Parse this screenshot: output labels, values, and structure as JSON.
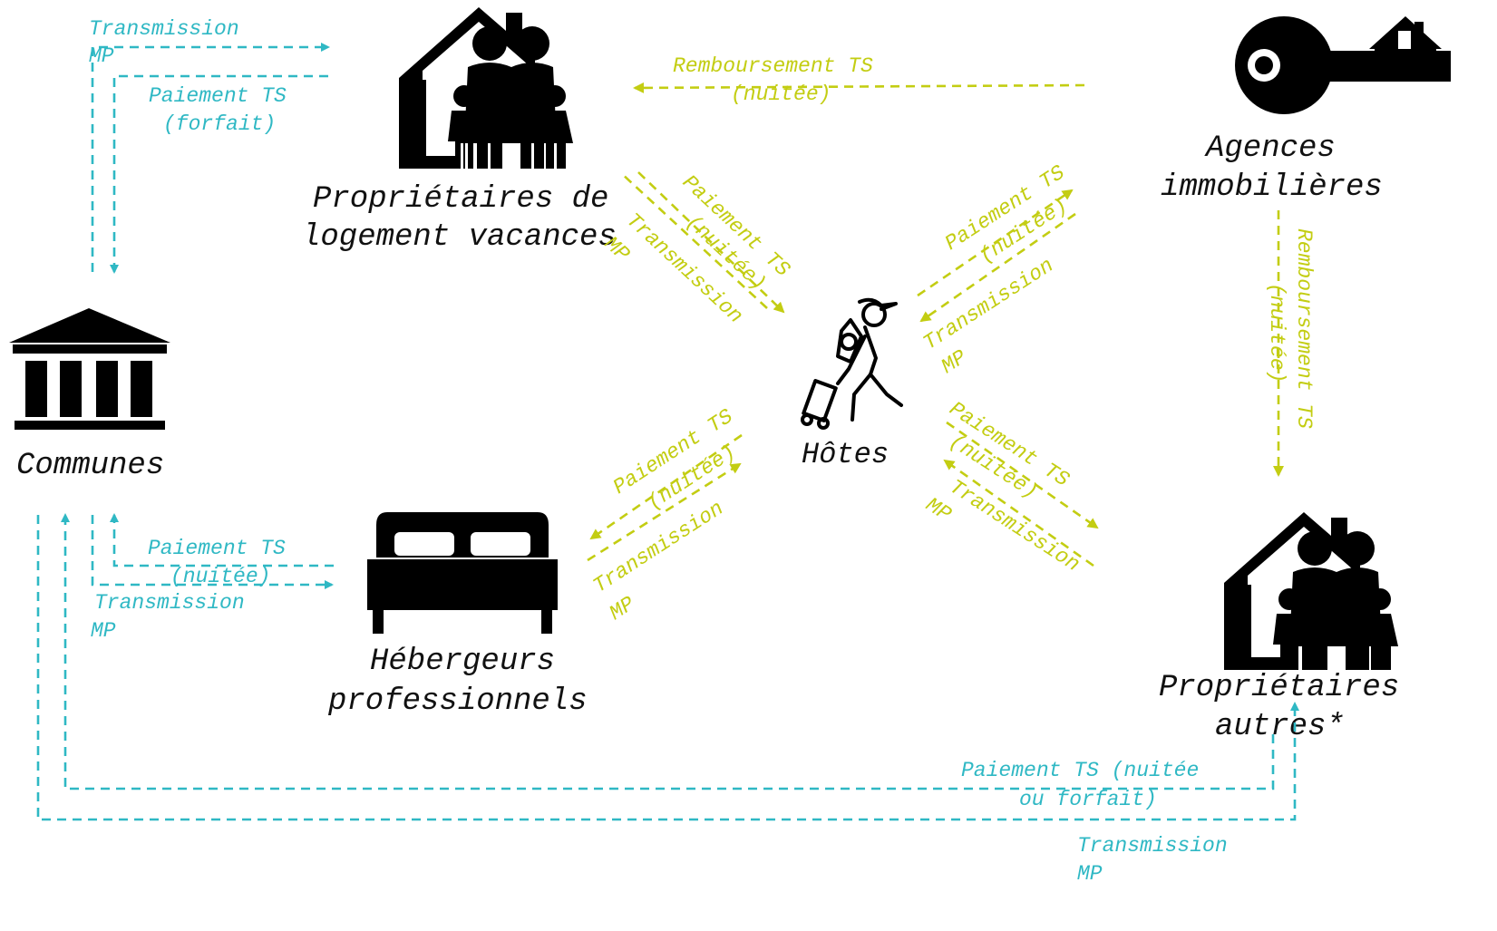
{
  "colors": {
    "commune_flow": "#2fb8c4",
    "host_flow": "#c3cd12",
    "icon": "#000000"
  },
  "nodes": {
    "owners_vacation": {
      "label_line1": "Propriétaires de",
      "label_line2": "logement vacances",
      "icon": "family-house-icon"
    },
    "agencies": {
      "label_line1": "Agences",
      "label_line2": "immobilières",
      "icon": "house-key-icon"
    },
    "communes": {
      "label": "Communes",
      "icon": "town-hall-icon"
    },
    "hosts": {
      "label": "Hôtes",
      "icon": "traveler-icon"
    },
    "professional_hosts": {
      "label_line1": "Hébergeurs",
      "label_line2": "professionnels",
      "icon": "bed-icon"
    },
    "owners_other": {
      "label_line1": "Propriétaires",
      "label_line2": "autres*",
      "icon": "family-house-icon"
    }
  },
  "edges": {
    "transmission_mp": {
      "line1": "Transmission",
      "line2": "MP"
    },
    "paiement_forfait": {
      "line1": "Paiement TS",
      "line2": "(forfait)"
    },
    "remboursement_nuitee": {
      "line1": "Remboursement TS",
      "line2": "(nuitée)"
    },
    "paiement_nuitee": {
      "line1": "Paiement TS",
      "line2": "(nuitée)"
    },
    "paiement_nuitee_ou_forfait": {
      "line1": "Paiement TS (nuitée",
      "line2": "ou forfait)"
    }
  }
}
